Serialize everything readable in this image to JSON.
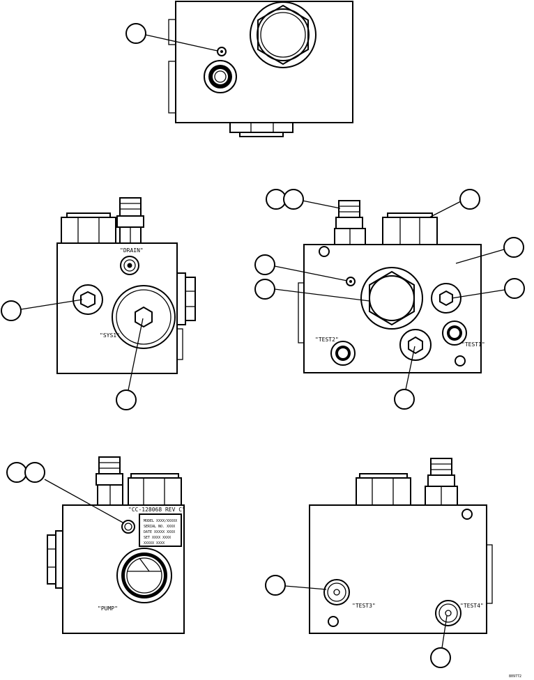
{
  "labels": {
    "drain": "\"DRAIN\"",
    "sys1": "\"SYS1\"",
    "test2": "\"TEST2\"",
    "test1": "\"TEST1\"",
    "part_number": "\"CC-128068 REV C\"",
    "pump": "\"PUMP\"",
    "test3": "\"TEST3\"",
    "test4": "\"TEST4\"",
    "nameplate_lines": [
      "MODEL  XXXX/XXXXX",
      "SERIAL NO.  XXXX",
      "DATE  XXXXX  XXXX",
      "SET  XXXX  XXXX",
      "XXXXX  XXXX"
    ],
    "figure_id": "809772"
  }
}
